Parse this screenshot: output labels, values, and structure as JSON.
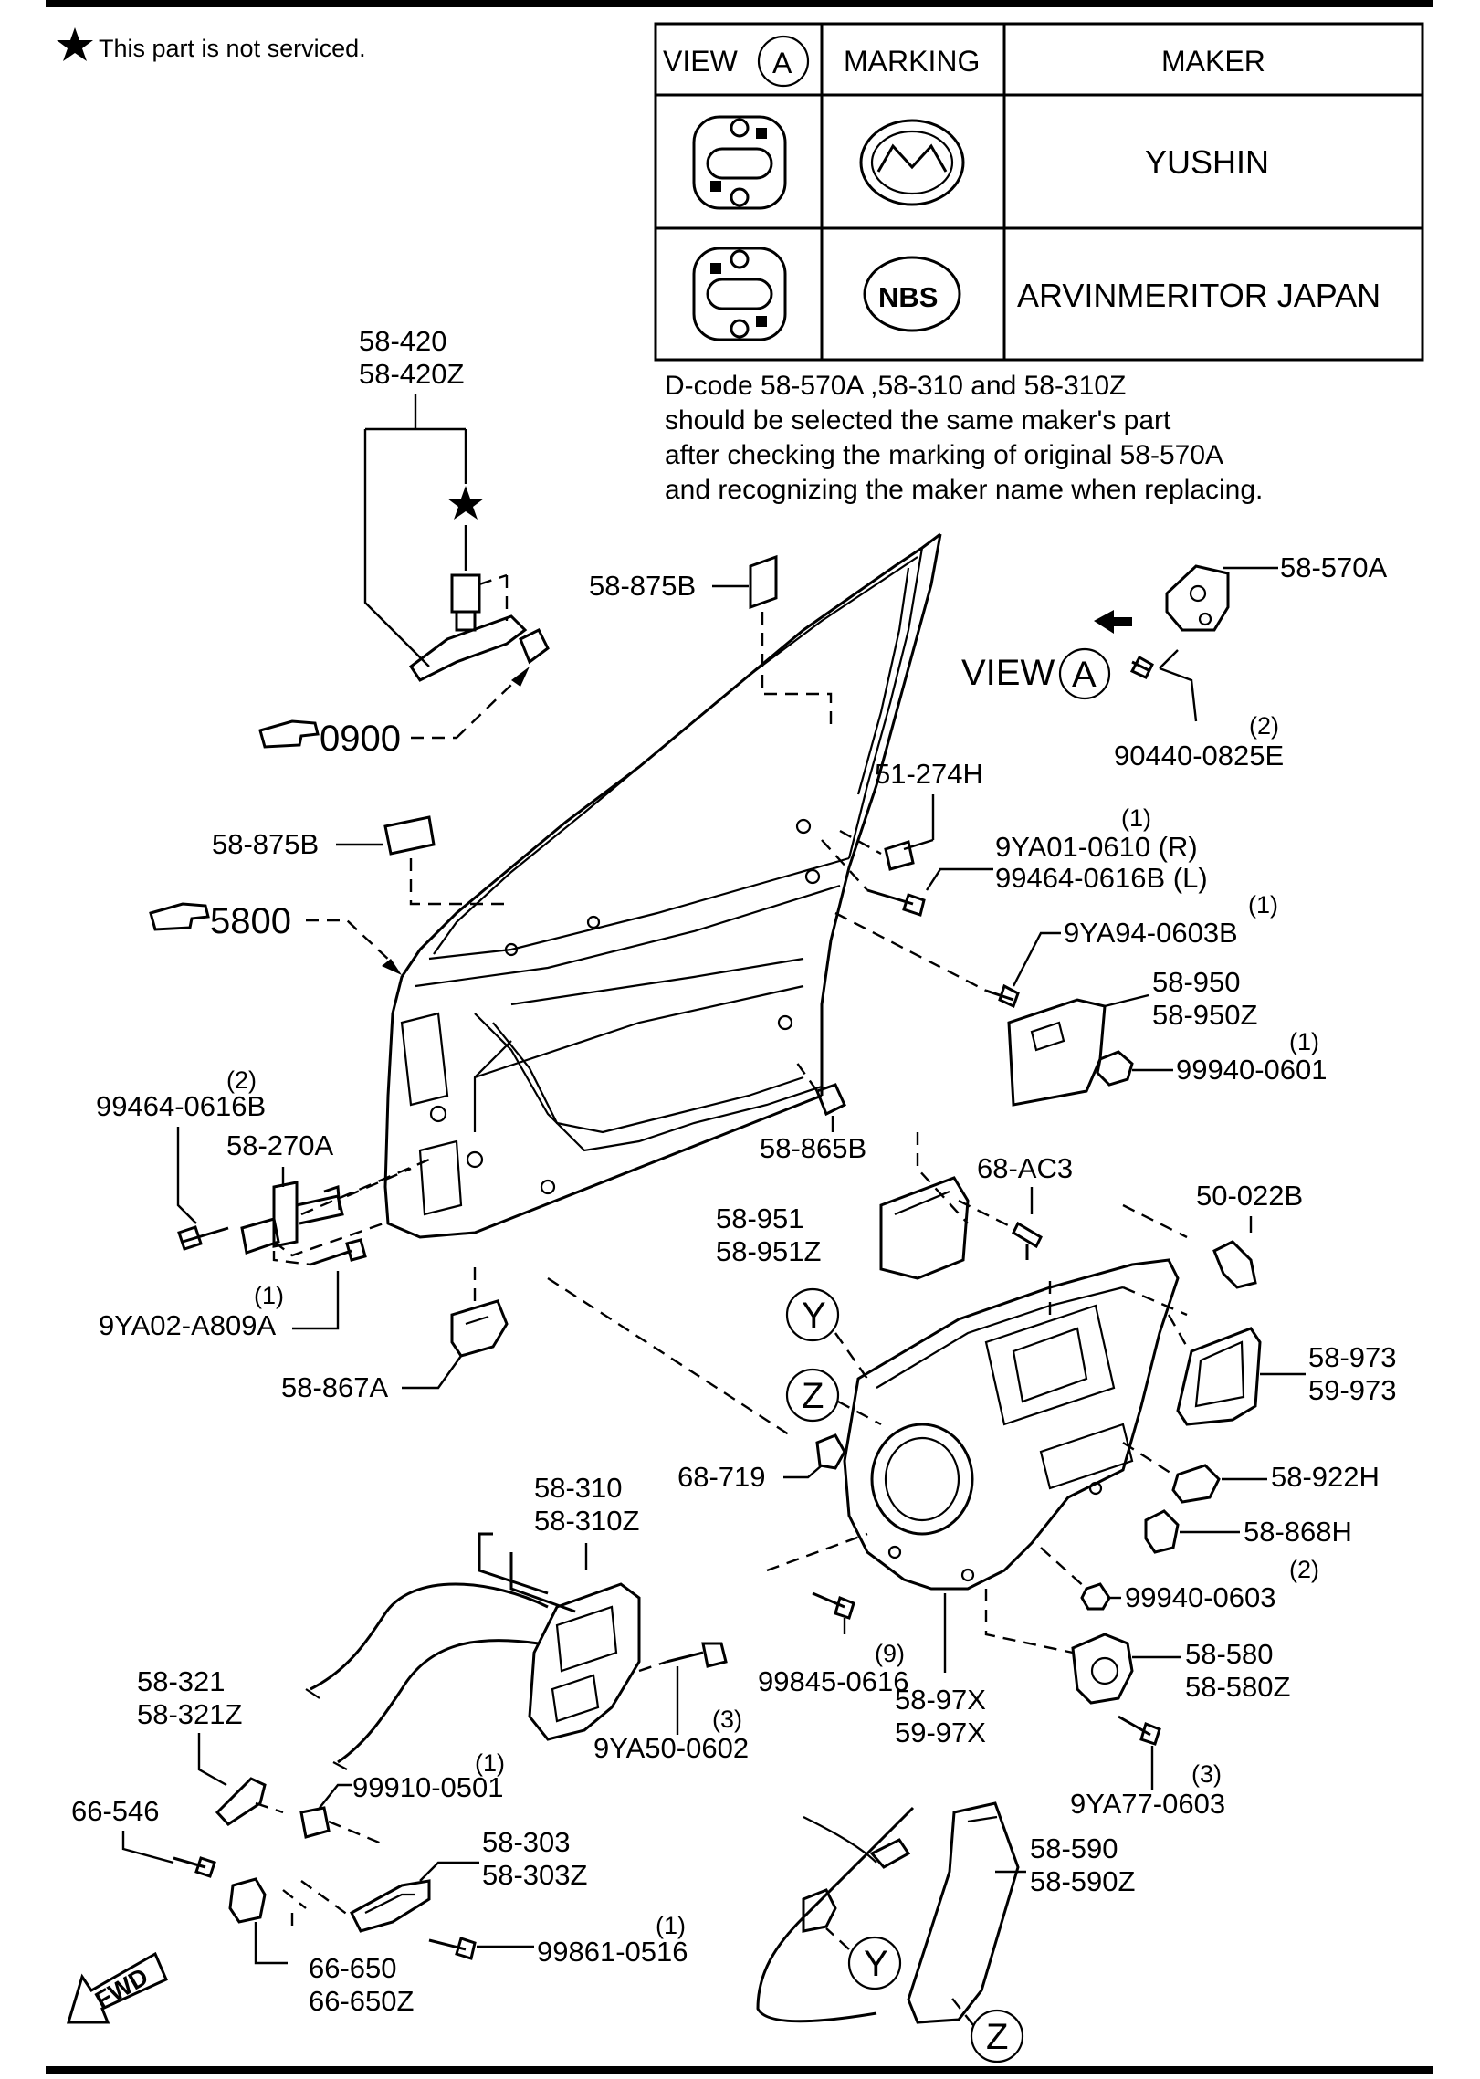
{
  "header": {
    "star_note": "This part is not serviced."
  },
  "maker_table": {
    "col_view": "VIEW",
    "col_view_circle": "A",
    "col_marking": "MARKING",
    "col_maker": "MAKER",
    "rows": [
      {
        "marking_icon": "mazda-logo-icon",
        "maker": "YUSHIN"
      },
      {
        "marking_icon": "nbs-logo-icon",
        "marking_text": "NBS",
        "maker": "ARVINMERITOR JAPAN"
      }
    ]
  },
  "dcode_note": {
    "line1": "D-code 58-570A ,58-310  and  58-310Z",
    "line2": "should be selected the same maker's part",
    "line3": "after checking the marking of original  58-570A",
    "line4": "and recognizing the maker name when replacing."
  },
  "view_callout": {
    "label": "VIEW",
    "circle": "A"
  },
  "refs": {
    "r1": "0900",
    "r2": "5800"
  },
  "circles": {
    "y": "Y",
    "z": "Z"
  },
  "fwd": "FWD",
  "labels": {
    "l58_420": "58-420",
    "l58_420z": "58-420Z",
    "l58_875b_top": "58-875B",
    "l58_570a": "58-570A",
    "l90440_qty": "(2)",
    "l90440": "90440-0825E",
    "l51_274h": "51-274H",
    "l9ya01_qty": "(1)",
    "l9ya01": "9YA01-0610 (R)",
    "l99464_r": "99464-0616B (L)",
    "l58_875b_mid": "58-875B",
    "l9ya94_qty": "(1)",
    "l9ya94": "9YA94-0603B",
    "l58_950": "58-950",
    "l58_950z": "58-950Z",
    "l99940_0601_qty": "(1)",
    "l99940_0601": "99940-0601",
    "l99464_left_qty": "(2)",
    "l99464_left": "99464-0616B",
    "l58_270a": "58-270A",
    "l58_865b": "58-865B",
    "l68_ac3": "68-AC3",
    "l50_022b": "50-022B",
    "l58_951": "58-951",
    "l58_951z": "58-951Z",
    "l9ya02_qty": "(1)",
    "l9ya02": "9YA02-A809A",
    "l58_867a": "58-867A",
    "l58_973": "58-973",
    "l59_973": "59-973",
    "l68_719": "68-719",
    "l58_922h": "58-922H",
    "l58_868h": "58-868H",
    "l58_310": "58-310",
    "l58_310z": "58-310Z",
    "l99940_0603_qty": "(2)",
    "l99940_0603": "99940-0603",
    "l58_580": "58-580",
    "l58_580z": "58-580Z",
    "l99845_qty": "(9)",
    "l99845": "99845-0616",
    "l58_97x": "58-97X",
    "l59_97x": "59-97X",
    "l58_321": "58-321",
    "l58_321z": "58-321Z",
    "l9ya50_qty": "(3)",
    "l9ya50": "9YA50-0602",
    "l9ya77_qty": "(3)",
    "l9ya77": "9YA77-0603",
    "l99910_qty": "(1)",
    "l99910": "99910-0501",
    "l66_546": "66-546",
    "l58_303": "58-303",
    "l58_303z": "58-303Z",
    "l99861_qty": "(1)",
    "l99861": "99861-0516",
    "l66_650": "66-650",
    "l66_650z": "66-650Z",
    "l58_590": "58-590",
    "l58_590z": "58-590Z"
  }
}
